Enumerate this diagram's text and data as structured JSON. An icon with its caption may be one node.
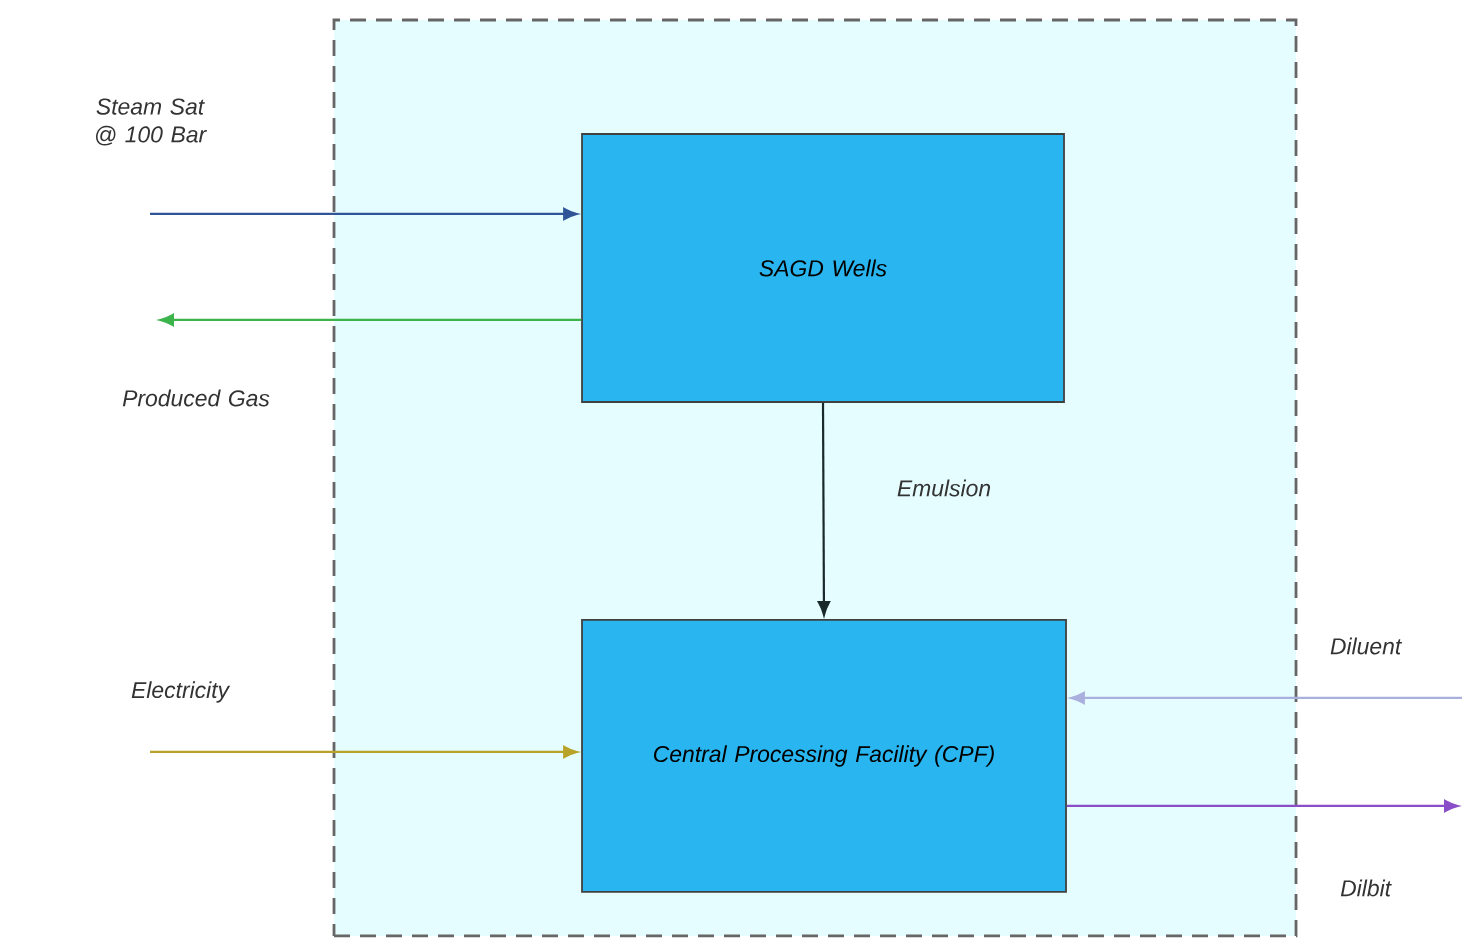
{
  "diagram": {
    "nodes": [
      {
        "text": [],
        "shape": "box"
      },
      {
        "text": [
          "SAGD Wells"
        ],
        "in": 0
      },
      {
        "text": [
          "Central Processing Facility (CPF)"
        ],
        "in": 0
      }
    ],
    "edges": [
      {
        "from": null,
        "to": 1,
        "arrow": "to",
        "label": "Steam Sat @ 100 Bar",
        "color": "#2f5597"
      },
      {
        "from": 1,
        "to": null,
        "arrow": "to",
        "label": "Produced Gas",
        "color": "#3cb44b"
      },
      {
        "from": 1,
        "to": 2,
        "arrow": "to",
        "label": "Emulsion",
        "color": "#1a2a2a"
      },
      {
        "from": null,
        "to": 2,
        "arrow": "to",
        "label": "Electricity",
        "color": "#b8a22a"
      },
      {
        "from": null,
        "to": 2,
        "arrow": "to",
        "label": "Diluent",
        "color": "#aab0dd"
      },
      {
        "from": 2,
        "to": null,
        "arrow": "to",
        "label": "Dilbit",
        "color": "#8a4fc8"
      }
    ]
  }
}
